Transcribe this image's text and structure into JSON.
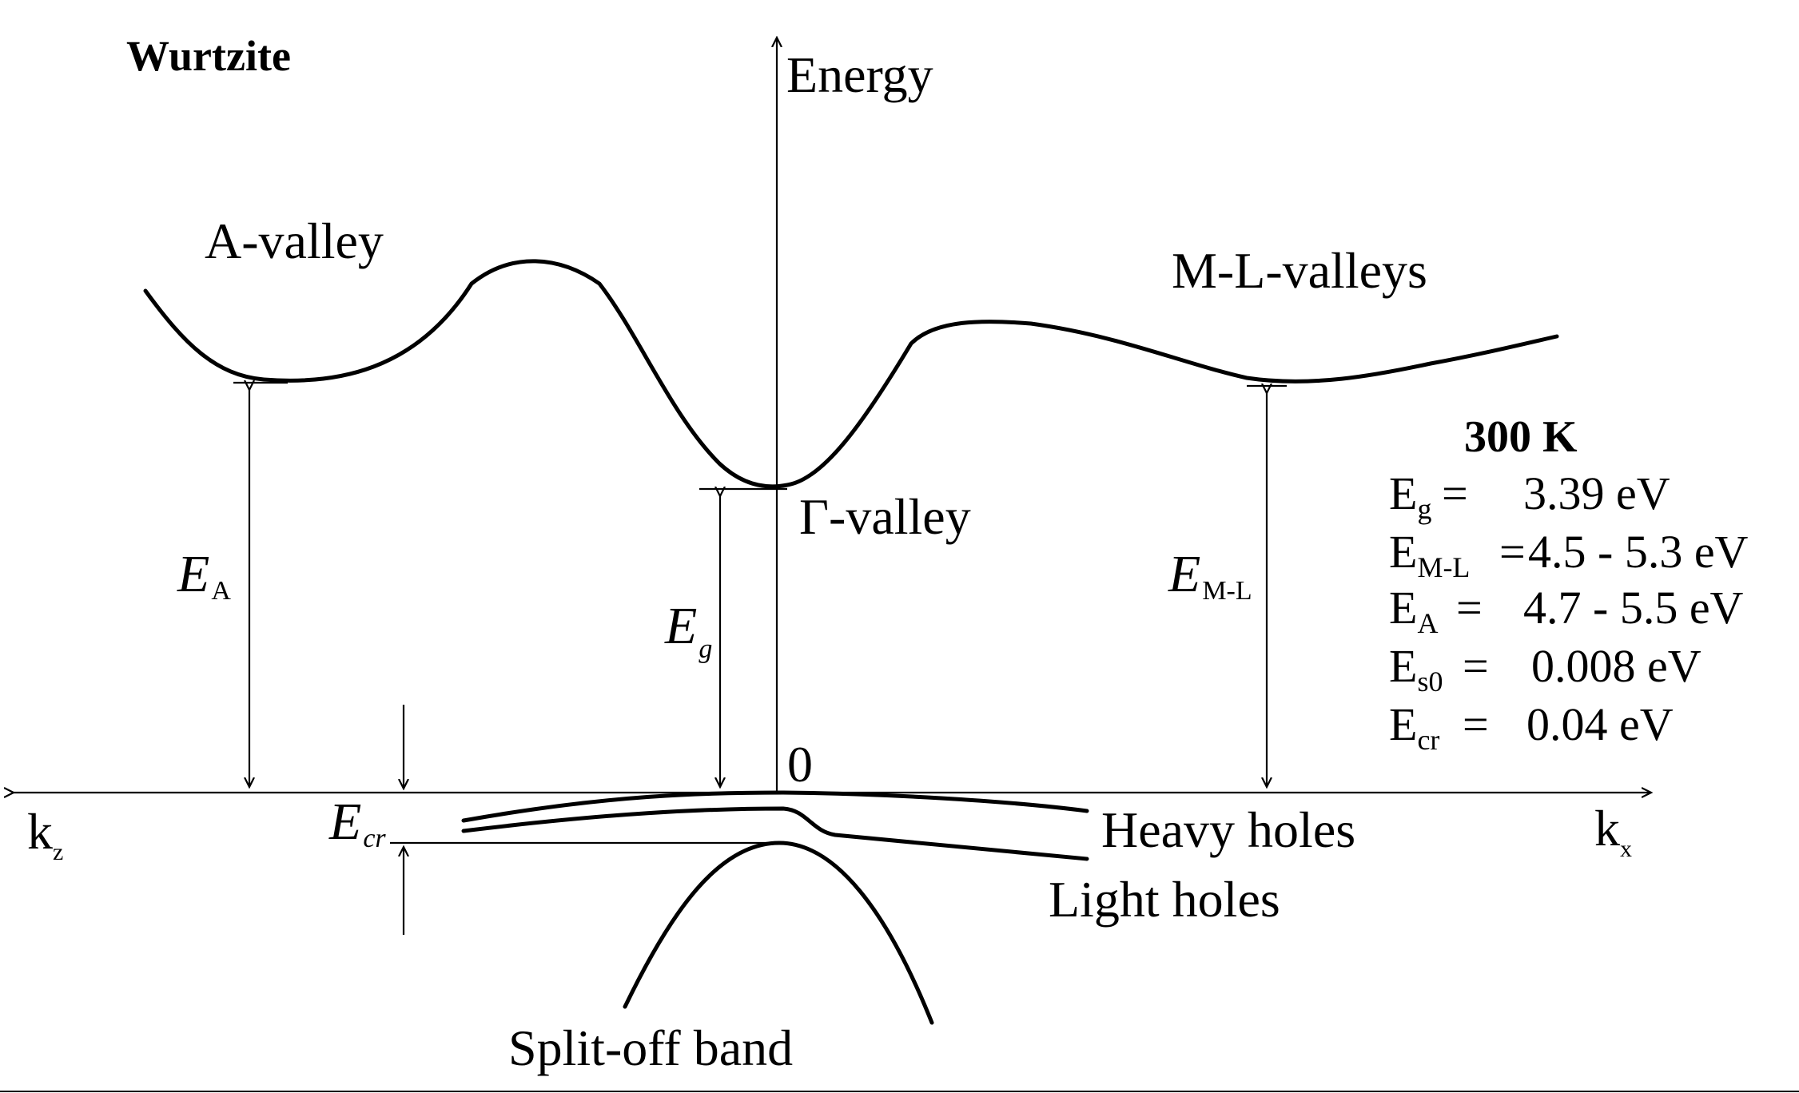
{
  "title": "Wurtzite",
  "axes": {
    "energy_label": "Energy",
    "origin_label": "0",
    "kz_label": "k",
    "kz_sub": "z",
    "kx_label": "k",
    "kx_sub": "x"
  },
  "bands": {
    "a_valley": "A-valley",
    "gamma_valley": "Γ-valley",
    "ml_valleys": "M-L-valleys",
    "heavy_holes": "Heavy holes",
    "light_holes": "Light holes",
    "split_off": "Split-off band"
  },
  "gaps": {
    "ea_main": "E",
    "ea_sub": "A",
    "eg_main": "E",
    "eg_sub": "g",
    "eml_main": "E",
    "eml_sub": "M-L",
    "ecr_main": "E",
    "ecr_sub": "cr"
  },
  "parameters": {
    "temperature": "300 K",
    "rows": [
      {
        "sym": "E",
        "sub": "g",
        "eq": "=",
        "value": "3.39 eV"
      },
      {
        "sym": "E",
        "sub": "M-L",
        "eq": "=",
        "value": "4.5 - 5.3 eV"
      },
      {
        "sym": "E",
        "sub": "A",
        "eq": "=",
        "value": "4.7 - 5.5 eV"
      },
      {
        "sym": "E",
        "sub": "s0",
        "eq": "=",
        "value": "0.008 eV"
      },
      {
        "sym": "E",
        "sub": "cr",
        "eq": "=",
        "value": "0.04 eV"
      }
    ]
  }
}
